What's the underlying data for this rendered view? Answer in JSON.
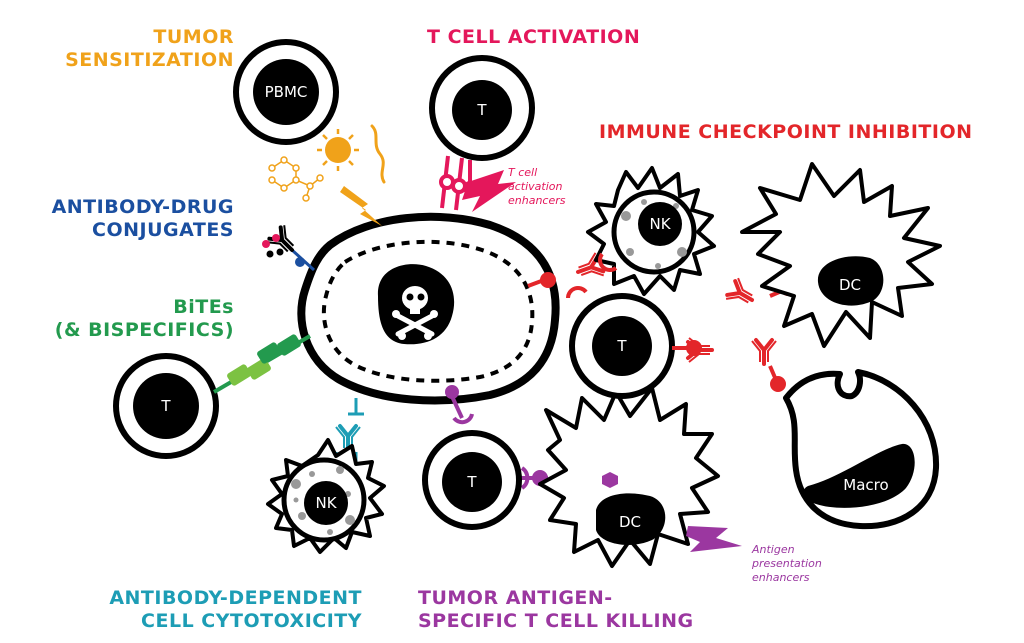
{
  "colors": {
    "orange": "#F0A21A",
    "magenta": "#E4175B",
    "red": "#E3262A",
    "blue": "#1B4FA0",
    "green": "#239A4E",
    "lightgreen": "#7CC242",
    "teal": "#1D9DB5",
    "purple": "#9B37A0",
    "ink": "#000000"
  },
  "labels": {
    "tumor_sensitization": [
      "TUMOR",
      "SENSITIZATION"
    ],
    "t_cell_activation": "T CELL ACTIVATION",
    "immune_checkpoint_inhibition": "IMMUNE CHECKPOINT INHIBITION",
    "antibody_drug_conjugates": [
      "ANTIBODY-DRUG",
      "CONJUGATES"
    ],
    "bites": [
      "BiTEs",
      "(& BISPECIFICS)"
    ],
    "adcc": [
      "ANTIBODY-DEPENDENT",
      "CELL CYTOTOXICITY"
    ],
    "tumor_antigen_killing": [
      "TUMOR ANTIGEN-",
      "SPECIFIC T CELL KILLING"
    ]
  },
  "sublabels": {
    "t_cell_activation_enhancers": [
      "T cell",
      "activation",
      "enhancers"
    ],
    "antigen_presentation_enhancers": [
      "Antigen",
      "presentation",
      "enhancers"
    ]
  },
  "cells": {
    "pbmc": "PBMC",
    "t_top": "T",
    "nk_top": "NK",
    "t_mid": "T",
    "dc_right": "DC",
    "t_left": "T",
    "macro": "Macro",
    "nk_bottom": "NK",
    "t_bottom": "T",
    "dc_bottom": "DC"
  },
  "icons": {
    "tumor_core": "skull-crossbones-icon",
    "sun": "sun-icon",
    "virus": "virus-icon",
    "molecule": "molecule-icon",
    "lightning": "lightning-icon"
  }
}
